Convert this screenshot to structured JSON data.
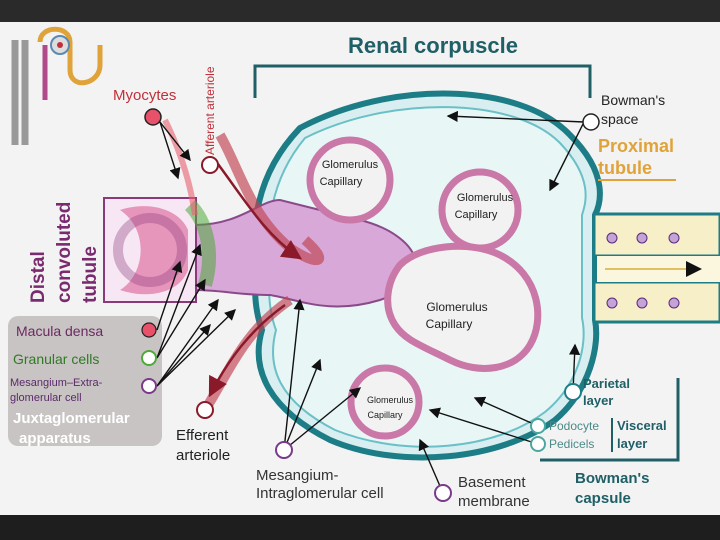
{
  "title": "Renal corpuscle",
  "labels": {
    "myocytes": "Myocytes",
    "afferent_arteriole": "Afferent arteriole",
    "bowmans_space_1": "Bowman's",
    "bowmans_space_2": "space",
    "proximal_tubule_1": "Proximal",
    "proximal_tubule_2": "tubule",
    "distal_tubule_1": "Distal",
    "distal_tubule_2": "convoluted",
    "distal_tubule_3": "tubule",
    "glomerulus_capillary_1": "Glomerulus",
    "glomerulus_capillary_2": "Capillary",
    "macula_densa": "Macula densa",
    "granular_cells": "Granular cells",
    "mesangium_extra_1": "Mesangium–Extra-",
    "mesangium_extra_2": "glomerular cell",
    "juxtaglomerular_1": "Juxtaglomerular",
    "juxtaglomerular_2": "apparatus",
    "efferent_arteriole_1": "Efferent",
    "efferent_arteriole_2": "arteriole",
    "mesangium_intra_1": "Mesangium-",
    "mesangium_intra_2": "Intraglomerular cell",
    "basement_membrane_1": "Basement",
    "basement_membrane_2": "membrane",
    "parietal_layer_1": "Parietal",
    "parietal_layer_2": "layer",
    "podocyte": "Podocyte",
    "pedicels": "Pedicels",
    "visceral_layer_1": "Visceral",
    "visceral_layer_2": "layer",
    "bowmans_capsule_1": "Bowman's",
    "bowmans_capsule_2": "capsule"
  },
  "colors": {
    "title": "#1f5f66",
    "dark_label": "#222222",
    "distal": "#7a2a6e",
    "proximal": "#e0a33a",
    "teal": "#1d7d86",
    "red_marker": "#e8516a",
    "green_marker": "#4fa83a",
    "purple_marker": "#7a3a8a"
  }
}
